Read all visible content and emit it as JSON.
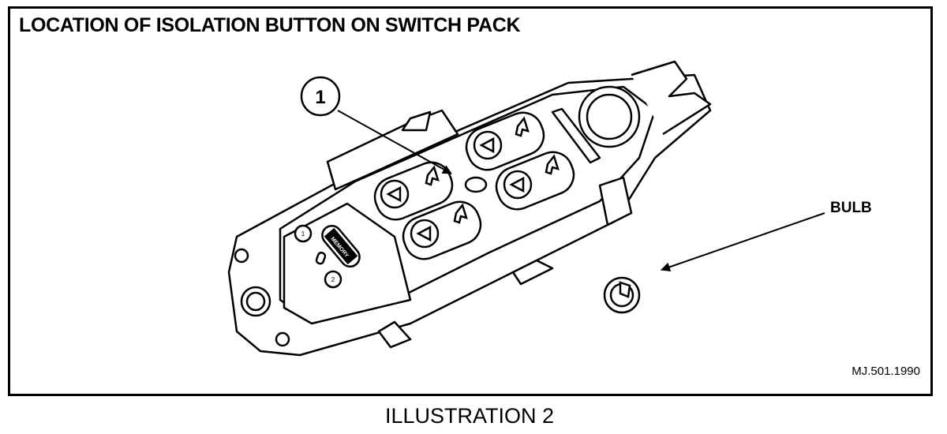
{
  "figure": {
    "title": "LOCATION OF ISOLATION BUTTON ON SWITCH PACK",
    "callout_number": "1",
    "bulb_label": "BULB",
    "reference_code": "MJ.501.1990",
    "caption": "ILLUSTRATION 2",
    "memory_button_text": "MEMORY",
    "seat_button_1": "1",
    "seat_button_2": "2"
  }
}
